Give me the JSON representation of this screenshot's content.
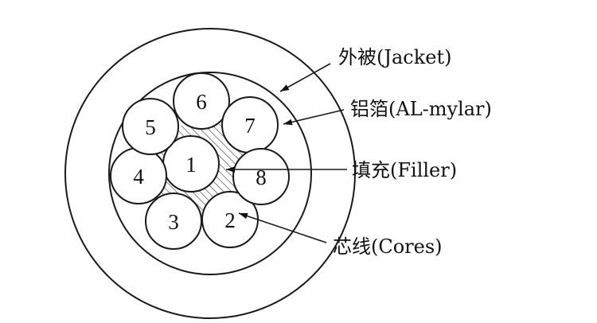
{
  "diagram": {
    "labels": {
      "jacket": "外被(Jacket)",
      "foil": "铝箔(AL-mylar)",
      "filler": "填充(Filler)",
      "cores": "芯线(Cores)"
    },
    "cores": [
      "1",
      "2",
      "3",
      "4",
      "5",
      "6",
      "7",
      "8"
    ]
  }
}
